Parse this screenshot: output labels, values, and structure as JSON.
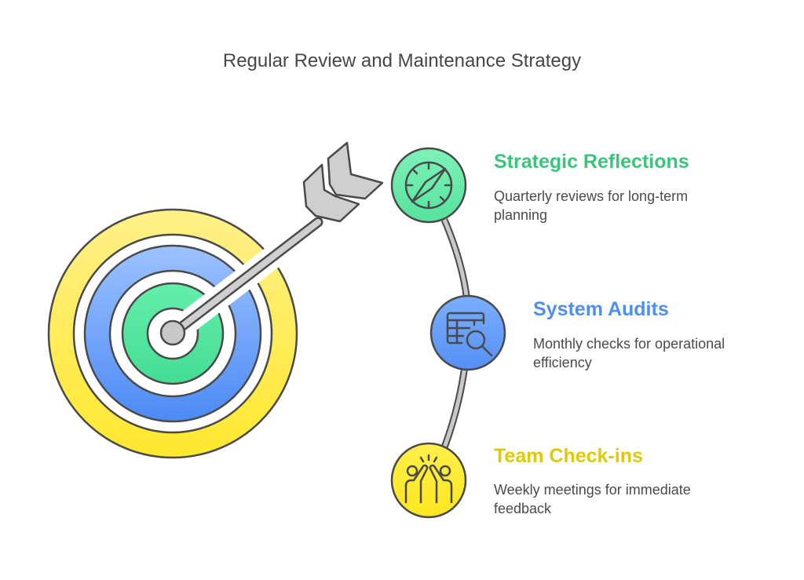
{
  "title": "Regular Review and Maintenance Strategy",
  "colors": {
    "green": "#3cc47c",
    "blue": "#4f8ff0",
    "yellow": "#e0c80a",
    "outline": "#4a4a4a",
    "connector": "#c8c8c8"
  },
  "items": [
    {
      "title": "Strategic Reflections",
      "description": "Quarterly reviews for long-term planning",
      "icon": "compass-icon"
    },
    {
      "title": "System Audits",
      "description": "Monthly checks for operational efficiency",
      "icon": "table-search-icon"
    },
    {
      "title": "Team Check-ins",
      "description": "Weekly meetings for immediate feedback",
      "icon": "high-five-icon"
    }
  ]
}
